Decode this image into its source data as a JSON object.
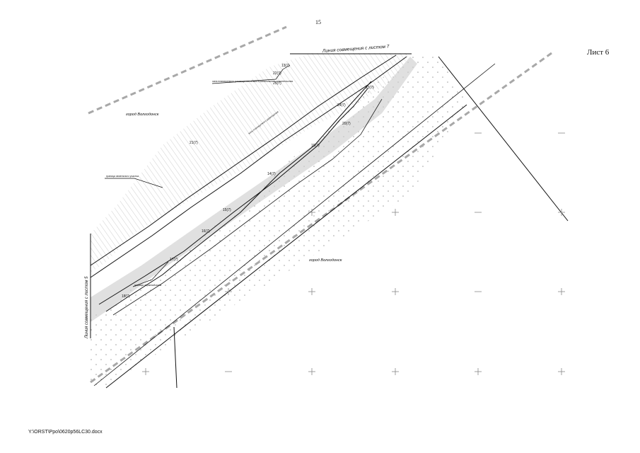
{
  "page": {
    "page_number": "15",
    "sheet_label": "Лист 6",
    "file_path": "Y:\\ORST\\Ppo\\0620p56LC30.docx"
  },
  "map": {
    "match_line_top": "Линия совмещения с листом 7",
    "match_line_left": "Линия совмещения с листом 5",
    "city_label_nw": "город Волгодонск",
    "city_label_se": "город Волгодонск",
    "label_upper_note": "зона планируемого размещения объекта капитального строительства",
    "label_mid_note": "зона планируемого размещения",
    "label_left_note": "граница земельного участка",
    "label_lower_note": "граница охранной зоны",
    "point_labels": [
      "13(7)",
      "14(7)",
      "15(7)",
      "16(7)",
      "17(7)",
      "18(7)",
      "19(7)",
      "20(7)",
      "21(7)",
      "22(7)",
      "23(7)",
      "24(7)",
      "25(7)"
    ],
    "colors": {
      "line": "#111111",
      "dashed_boundary": "#a8a8a8",
      "stipple": "#b0b0b0",
      "grid_cross": "#8a8a8a"
    }
  }
}
